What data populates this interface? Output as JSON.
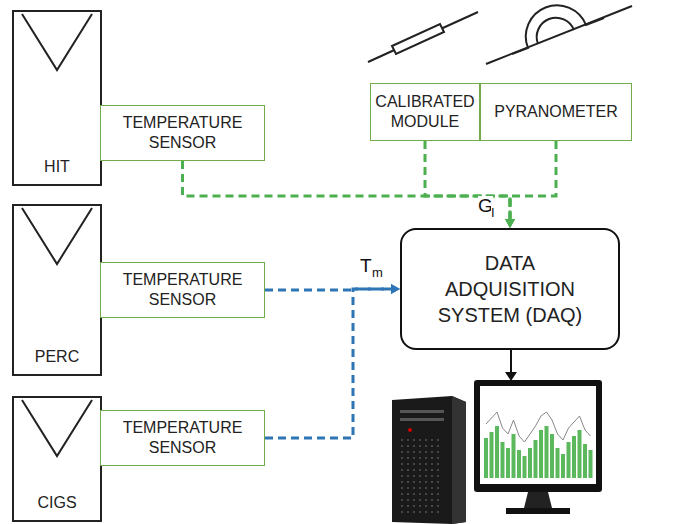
{
  "diagram": {
    "nodes": [
      {
        "text": [
          "HIT"
        ]
      },
      {
        "text": [
          "TEMPERATURE SENSOR"
        ]
      },
      {
        "text": [
          "CALIBRATED MODULE"
        ]
      },
      {
        "text": [
          "PYRANOMETER"
        ]
      },
      {
        "text": [
          "DATA ADQUISITION SYSTEM (DAQ)"
        ]
      },
      {
        "text": [
          "PERC"
        ]
      },
      {
        "text": [
          "TEMPERATURE SENSOR"
        ]
      },
      {
        "text": [
          "CIGS"
        ]
      },
      {
        "text": [
          "TEMPERATURE SENSOR"
        ]
      }
    ],
    "edges": [
      {
        "from": 1,
        "to": 4,
        "arrow": "to"
      },
      {
        "from": 6,
        "to": 4,
        "arrow": "to"
      },
      {
        "from": 8,
        "to": 4,
        "arrow": "to"
      },
      {
        "from": 2,
        "to": 4,
        "arrow": "to"
      },
      {
        "from": 3,
        "to": 4,
        "arrow": "to"
      }
    ],
    "labels": [
      "G",
      "I",
      "T",
      "m"
    ]
  }
}
